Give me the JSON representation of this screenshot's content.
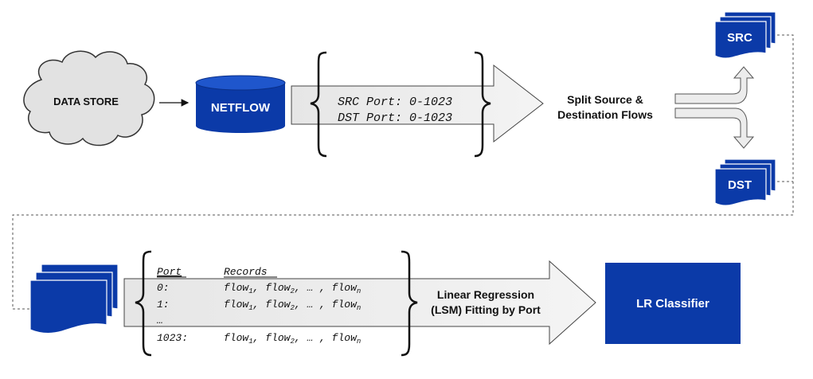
{
  "colors": {
    "brand_blue": "#0b3aa8",
    "arrow_fill": "#ececec",
    "cloud_fill": "#e2e2e2",
    "stroke": "#222222"
  },
  "nodes": {
    "data_store": "DATA STORE",
    "netflow": "NETFLOW",
    "split_line1": "Split Source &",
    "split_line2": "Destination Flows",
    "src": "SRC",
    "dst": "DST",
    "lr_line1": "Linear Regression",
    "lr_line2": "(LSM) Fitting by Port",
    "classifier": "LR Classifier"
  },
  "port_filter": {
    "src_port": "SRC Port: 0-1023",
    "dst_port": "DST Port: 0-1023"
  },
  "records_table": {
    "header_port": "Port",
    "header_records": "Records",
    "rows": [
      {
        "port": "0:",
        "flow": "flow",
        "sub1": "1",
        "sep1": ", ",
        "flow2": "flow",
        "sub2": "2",
        "mid": ", … , ",
        "flow3": "flow",
        "subn": "n"
      },
      {
        "port": "1:",
        "flow": "flow",
        "sub1": "1",
        "sep1": ", ",
        "flow2": "flow",
        "sub2": "2",
        "mid": ", … , ",
        "flow3": "flow",
        "subn": "n"
      },
      {
        "port": "1023:",
        "flow": "flow",
        "sub1": "1",
        "sep1": ", ",
        "flow2": "flow",
        "sub2": "2",
        "mid": ", … , ",
        "flow3": "flow",
        "subn": "n"
      }
    ],
    "ellipsis": "…"
  },
  "icons": {
    "cloud": "cloud-icon",
    "database": "database-icon",
    "documents": "document-stack-icon"
  }
}
